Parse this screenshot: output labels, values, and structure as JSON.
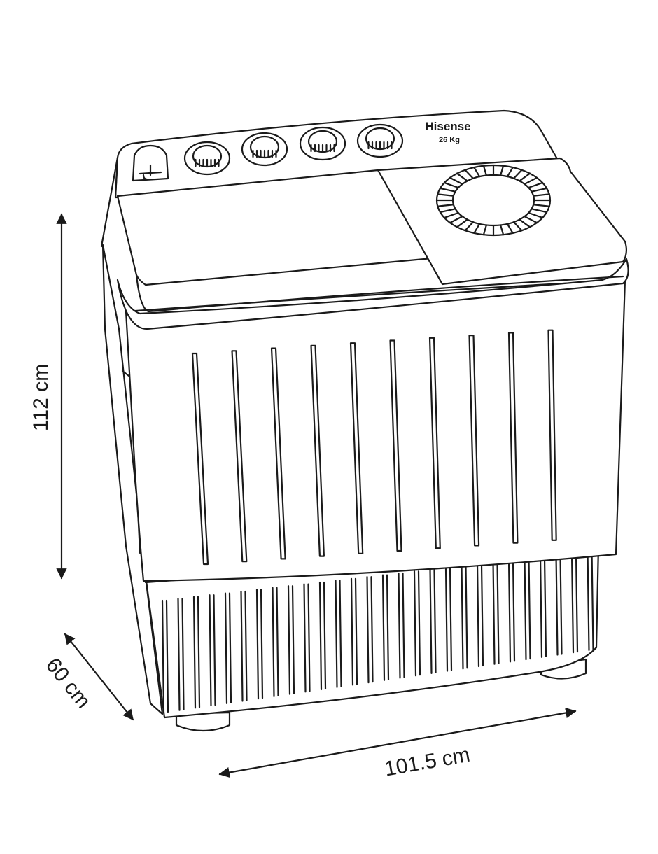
{
  "product": {
    "brand": "Hisense",
    "capacity": "26 Kg",
    "knob_count": 4,
    "front_slot_count": 10
  },
  "dimensions": {
    "height": "112 cm",
    "depth": "60 cm",
    "width": "101.5 cm"
  },
  "colors": {
    "line": "#1a1a1a",
    "background": "#ffffff"
  }
}
